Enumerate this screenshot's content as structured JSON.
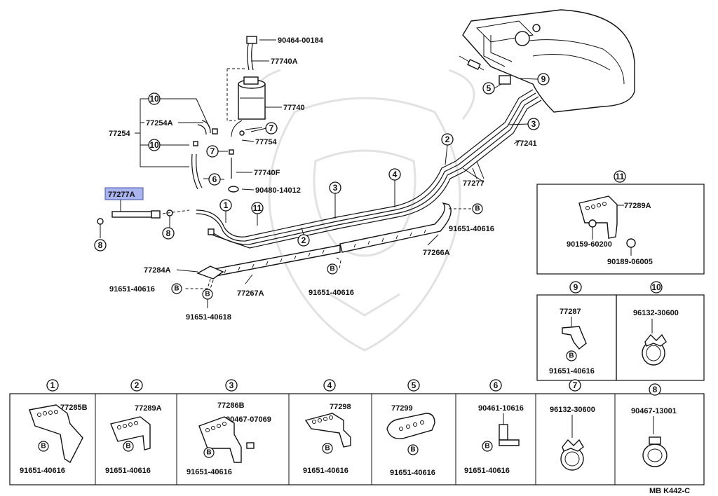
{
  "diagram": {
    "highlighted_part": "77277A",
    "code": "MB  K442-C",
    "labels": {
      "p90464_00184": "90464-00184",
      "p77740A": "77740A",
      "p77740": "77740",
      "p77754": "77754",
      "p77740F": "77740F",
      "p90480_14012": "90480-14012",
      "p77254": "77254",
      "p77254A": "77254A",
      "p77277A": "77277A",
      "p77241": "77241",
      "p77277": "77277",
      "p91651_40616_a": "91651-40616",
      "p77266A": "77266A",
      "p77284A": "77284A",
      "p91651_40616_b": "91651-40616",
      "p77267A": "77267A",
      "p91651_40616_c": "91651-40616",
      "p91651_40618": "91651-40618",
      "d11_77289A": "77289A",
      "d11_90159": "90159-60200",
      "d11_90189": "90189-06005",
      "d9_77287": "77287",
      "d9_91651": "91651-40616",
      "d10_96132": "96132-30600",
      "b1_77285B": "77285B",
      "b1_91651": "91651-40616",
      "b2_77289A": "77289A",
      "b2_91651": "91651-40616",
      "b3_77286B": "77286B",
      "b3_90467": "90467-07069",
      "b3_91651": "91651-40616",
      "b4_77298": "77298",
      "b4_91651": "91651-40616",
      "b5_77299": "77299",
      "b5_91651": "91651-40616",
      "b6_90461": "90461-10616",
      "b6_91651": "91651-40616",
      "b7_96132": "96132-30600",
      "b8_90467": "90467-13001"
    },
    "callouts": {
      "n1": "1",
      "n2": "2",
      "n3": "3",
      "n4": "4",
      "n5": "5",
      "n6": "6",
      "n7": "7",
      "n8": "8",
      "n9": "9",
      "n10": "10",
      "n11": "11",
      "b": "B"
    }
  }
}
